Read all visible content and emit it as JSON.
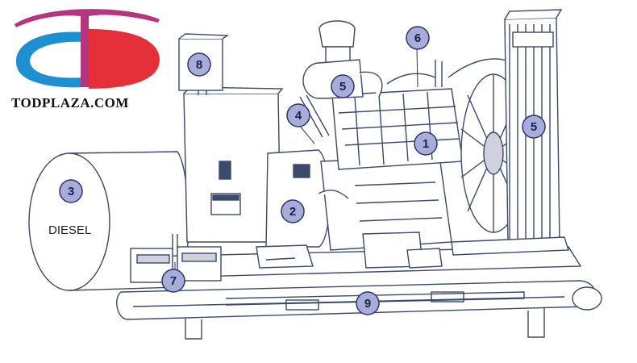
{
  "brand": {
    "name": "TODPLAZA.COM",
    "colors": {
      "magenta": "#b5357f",
      "blue": "#1e8fd0",
      "red": "#e5303a"
    }
  },
  "tank": {
    "label": "DIESEL"
  },
  "callouts": [
    {
      "id": "c1",
      "number": "1"
    },
    {
      "id": "c2",
      "number": "2"
    },
    {
      "id": "c3",
      "number": "3"
    },
    {
      "id": "c4",
      "number": "4"
    },
    {
      "id": "c5a",
      "number": "5"
    },
    {
      "id": "c5b",
      "number": "5"
    },
    {
      "id": "c6",
      "number": "6"
    },
    {
      "id": "c7",
      "number": "7"
    },
    {
      "id": "c8",
      "number": "8"
    },
    {
      "id": "c9",
      "number": "9"
    }
  ],
  "style": {
    "line": "#3a4a6a",
    "callout_fill": "#a8acd8",
    "callout_stroke": "#2c3270"
  }
}
